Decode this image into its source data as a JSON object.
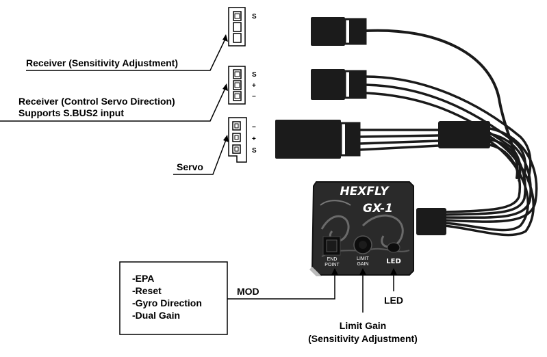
{
  "labels": {
    "receiver_sensitivity": "Receiver (Sensitivity Adjustment)",
    "receiver_control_line1": "Receiver (Control Servo Direction)",
    "receiver_control_line2": "Supports S.BUS2 input",
    "servo": "Servo",
    "mod": "MOD",
    "led": "LED",
    "limit_gain_line1": "Limit Gain",
    "limit_gain_line2": "(Sensitivity Adjustment)"
  },
  "mod_functions": [
    "-EPA",
    "-Reset",
    "-Gyro Direction",
    "-Dual Gain"
  ],
  "connectors": {
    "receiver_sensitivity_pins": [
      "S"
    ],
    "receiver_control_pins": [
      "S",
      "+",
      "−"
    ],
    "servo_pins": [
      "−",
      "+",
      "S"
    ]
  },
  "device": {
    "brand": "HEXFLY",
    "model": "GX-1",
    "end_point_label_1": "END",
    "end_point_label_2": "POINT",
    "limit_gain_label_1": "LIMIT",
    "limit_gain_label_2": "GAIN",
    "led_label": "LED"
  }
}
